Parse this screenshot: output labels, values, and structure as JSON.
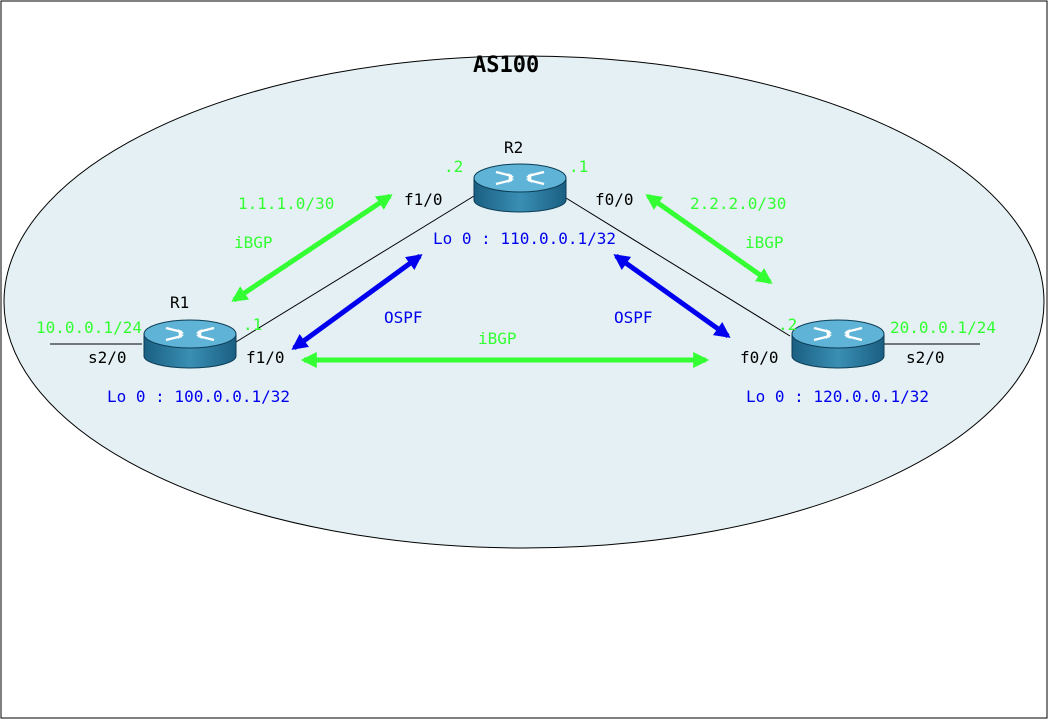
{
  "diagram": {
    "as_label": "AS100",
    "colors": {
      "ellipse_fill": "#e4f0f3",
      "green": "#33ff33",
      "blue": "#0000ee",
      "black": "#000000"
    },
    "routers": {
      "r1": {
        "name": "R1",
        "loopback": "Lo 0 : 100.0.0.1/32",
        "left_net": "10.0.0.1/24",
        "left_if": "s2/0",
        "right_if": "f1/0",
        "right_host": ".1"
      },
      "r2": {
        "name": "R2",
        "loopback": "Lo 0 : 110.0.0.1/32",
        "left_host": ".2",
        "right_host": ".1",
        "left_if": "f1/0",
        "right_if": "f0/0"
      },
      "r3": {
        "left_host": ".2",
        "right_net": "20.0.0.1/24",
        "right_if": "s2/0",
        "left_if": "f0/0",
        "loopback": "Lo 0 : 120.0.0.1/32"
      }
    },
    "links": {
      "left_subnet": "1.1.1.0/30",
      "right_subnet": "2.2.2.0/30",
      "ibgp_left": "iBGP",
      "ibgp_right": "iBGP",
      "ibgp_bottom": "iBGP",
      "ospf_left": "OSPF",
      "ospf_right": "OSPF"
    }
  }
}
